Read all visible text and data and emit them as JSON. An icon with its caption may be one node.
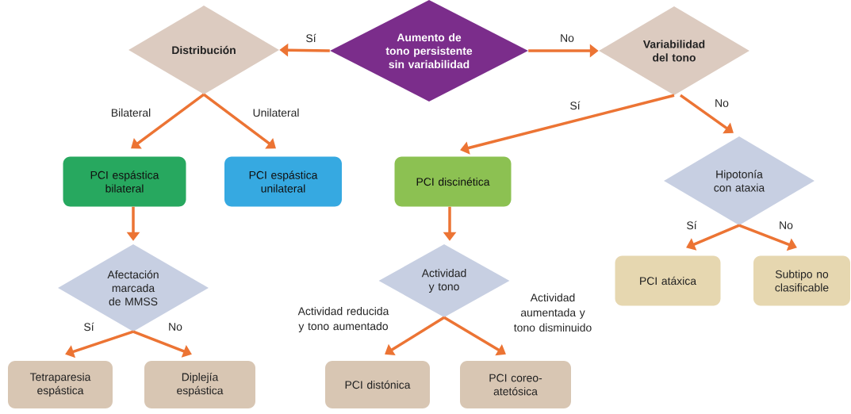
{
  "diagram": {
    "nodes": [
      {
        "text": [
          "Aumento de tono persistente sin variabilidad"
        ]
      },
      {
        "text": [
          "Distribución"
        ]
      },
      {
        "text": [
          "Variabilidad del tono"
        ]
      },
      {
        "text": [
          "PCI espástica bilateral"
        ]
      },
      {
        "text": [
          "PCI espástica unilateral"
        ]
      },
      {
        "text": [
          "PCI discinética"
        ]
      },
      {
        "text": [
          "Hipotonía con ataxia"
        ]
      },
      {
        "text": [
          "Afectación marcada de MMSS"
        ]
      },
      {
        "text": [
          "Actividad y tono"
        ]
      },
      {
        "text": [
          "PCI atáxica"
        ]
      },
      {
        "text": [
          "Subtipo no clasificable"
        ]
      },
      {
        "text": [
          "Tetraparesia espástica"
        ]
      },
      {
        "text": [
          "Diplejía espástica"
        ]
      },
      {
        "text": [
          "PCI distónica"
        ]
      },
      {
        "text": [
          "PCI coreo-atetósica"
        ]
      }
    ],
    "edges": [
      {
        "from": 0,
        "to": 1,
        "arrow": "to",
        "label": "Sí"
      },
      {
        "from": 0,
        "to": 2,
        "arrow": "to",
        "label": "No"
      },
      {
        "from": 1,
        "to": 3,
        "arrow": "to",
        "label": "Bilateral"
      },
      {
        "from": 1,
        "to": 4,
        "arrow": "to",
        "label": "Unilateral"
      },
      {
        "from": 2,
        "to": 5,
        "arrow": "to",
        "label": "Sí"
      },
      {
        "from": 2,
        "to": 6,
        "arrow": "to",
        "label": "No"
      },
      {
        "from": 3,
        "to": 7,
        "arrow": "to"
      },
      {
        "from": 5,
        "to": 8,
        "arrow": "to"
      },
      {
        "from": 6,
        "to": 9,
        "arrow": "to",
        "label": "Sí"
      },
      {
        "from": 6,
        "to": 10,
        "arrow": "to",
        "label": "No"
      },
      {
        "from": 7,
        "to": 11,
        "arrow": "to",
        "label": "Sí"
      },
      {
        "from": 7,
        "to": 12,
        "arrow": "to",
        "label": "No"
      },
      {
        "from": 8,
        "to": 13,
        "arrow": "to",
        "label": "Actividad reducida y tono aumentado"
      },
      {
        "from": 8,
        "to": 14,
        "arrow": "to",
        "label": "Actividad aumentada y tono disminuido"
      }
    ]
  }
}
